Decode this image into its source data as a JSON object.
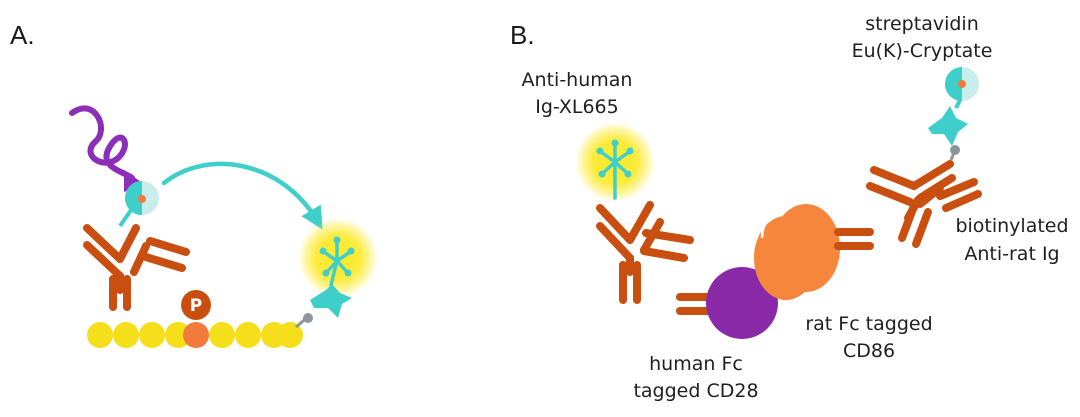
{
  "panel_a": {
    "letter": "A.",
    "phospho_letter": "P"
  },
  "panel_b": {
    "letter": "B.",
    "labels": {
      "anti_human_1": "Anti-human",
      "anti_human_2": "Ig-XL665",
      "strep_1": "streptavidin",
      "strep_2": "Eu(K)-Cryptate",
      "biotin_1": "biotinylated",
      "biotin_2": "Anti-rat Ig",
      "rat_1": "rat Fc tagged",
      "rat_2": "CD86",
      "human_1": "human Fc",
      "human_2": "tagged CD28"
    }
  },
  "colors": {
    "antibody": "#c94f10",
    "bead": "#f5df1a",
    "phospho": "#f27a3a",
    "phospho_badge": "#c94f10",
    "teal": "#3fcfcb",
    "donor_light": "#c9ecec",
    "glow": "#fbe926",
    "wave": "#8b2fb8",
    "cd28": "#8a2aa8",
    "cd86": "#f5863b",
    "linker": "#8c959c"
  }
}
